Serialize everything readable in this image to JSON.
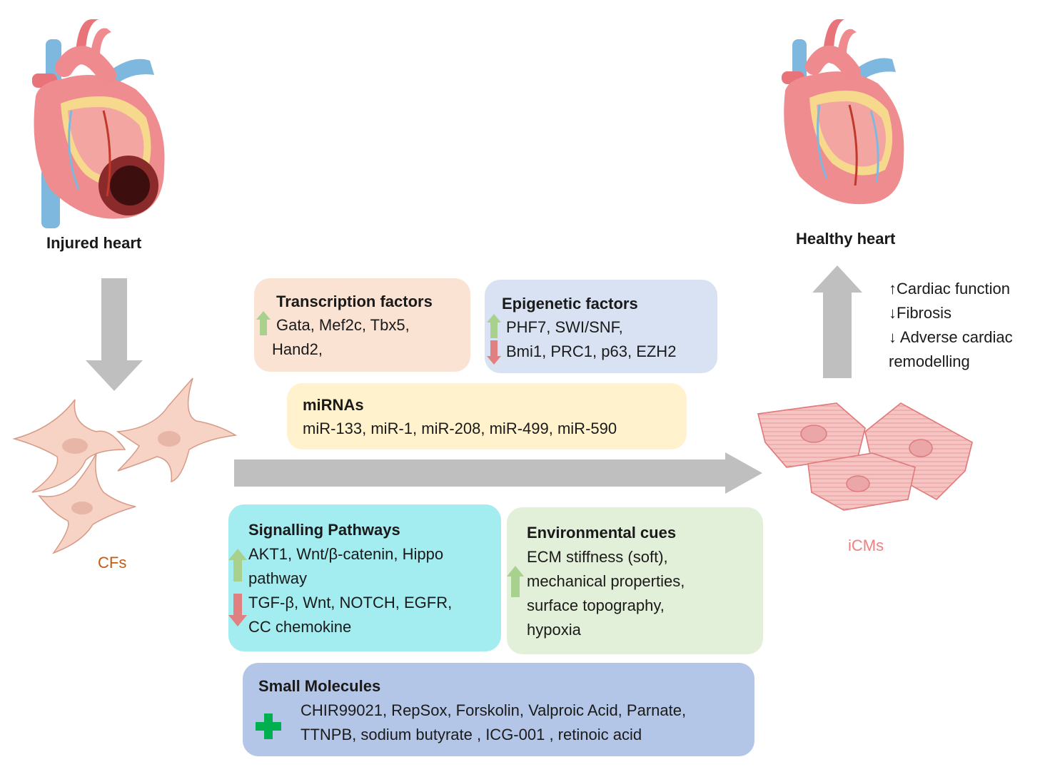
{
  "labels": {
    "injured_heart": "Injured heart",
    "healthy_heart": "Healthy heart",
    "cfs": "CFs",
    "icms": "iCMs"
  },
  "outcomes": [
    "↑Cardiac function",
    "↓Fibrosis",
    "↓ Adverse cardiac",
    "remodelling"
  ],
  "boxes": {
    "transcription": {
      "title": "Transcription factors",
      "lines": [
        "Gata, Mef2c, Tbx5,",
        "Hand2,"
      ]
    },
    "epigenetic": {
      "title": "Epigenetic factors",
      "lines": [
        "PHF7, SWI/SNF,",
        "Bmi1, PRC1, p63, EZH2"
      ]
    },
    "mirnas": {
      "title": "miRNAs",
      "lines": [
        "miR-133, miR-1, miR-208, miR-499, miR-590"
      ]
    },
    "signalling": {
      "title": "Signalling Pathways",
      "lines": [
        "AKT1, Wnt/β-catenin, Hippo",
        "pathway",
        "TGF-β, Wnt, NOTCH, EGFR,",
        "CC chemokine"
      ]
    },
    "environmental": {
      "title": "Environmental cues",
      "lines": [
        "ECM stiffness (soft),",
        "mechanical properties,",
        "surface topography,",
        "hypoxia"
      ]
    },
    "small_molecules": {
      "title": "Small Molecules",
      "lines": [
        "CHIR99021, RepSox, Forskolin, Valproic Acid, Parnate,",
        "TTNPB, sodium butyrate , ICG-001 , retinoic acid"
      ]
    }
  },
  "colors": {
    "transcription_bg": "#fbe3d4",
    "epigenetic_bg": "#d9e2f3",
    "mirnas_bg": "#fff2cc",
    "signalling_bg": "#a3ecf0",
    "environmental_bg": "#e2efd9",
    "small_molecules_bg": "#b4c6e7",
    "up_arrow": "#a9d18e",
    "down_arrow": "#e08080",
    "big_arrow": "#bfbfbf",
    "cfs_label": "#c55a11",
    "icms_label": "#f08080",
    "plus": "#00b050"
  }
}
